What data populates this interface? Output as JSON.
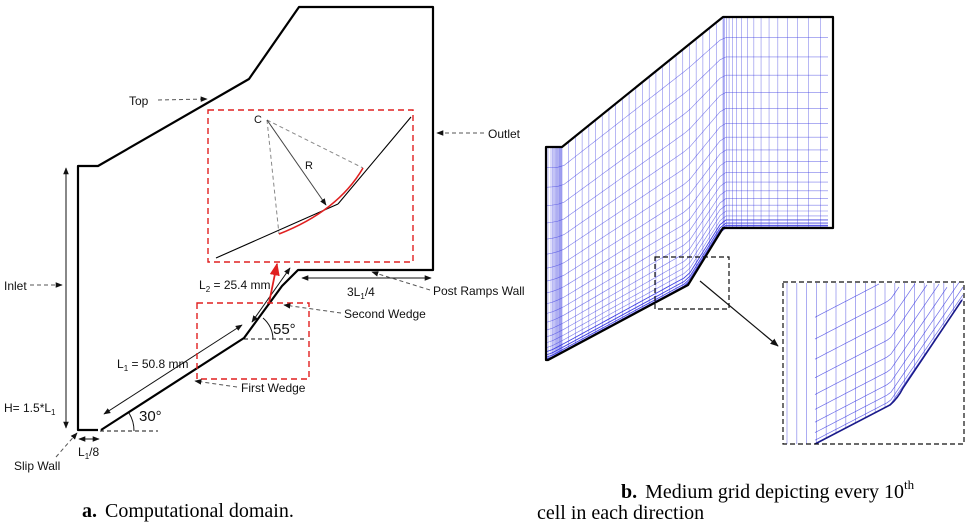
{
  "panel_a": {
    "labels": {
      "top": "Top",
      "outlet": "Outlet",
      "inlet": "Inlet",
      "post_ramps_wall": "Post Ramps Wall",
      "second_wedge": "Second Wedge",
      "first_wedge": "First Wedge",
      "slip_wall": "Slip Wall",
      "center_c": "C",
      "radius_r": "R"
    },
    "dimensions": {
      "height_prefix": "H= 1.5*L",
      "height_sub": "1",
      "l2_prefix": "L",
      "l2_sub": "2",
      "l2_value": " = 25.4 mm",
      "post_ramp_prefix": "3L",
      "post_ramp_sub": "1",
      "post_ramp_suffix": "/4",
      "l1_prefix": "L",
      "l1_sub": "1",
      "l1_value": " = 50.8 mm",
      "slip_prefix": "L",
      "slip_sub": "1",
      "slip_suffix": "/8"
    },
    "angles": {
      "first_wedge": "30°",
      "second_wedge": "55°"
    },
    "caption": {
      "letter": "a.",
      "text": "Computational domain."
    }
  },
  "panel_b": {
    "caption": {
      "letter": "b.",
      "line1": "Medium grid depicting every 10",
      "sup": "th",
      "line2": "cell in each direction"
    },
    "grid_color": "#3a3ae0"
  },
  "colors": {
    "highlight": "#e02020",
    "outline": "#000000"
  }
}
